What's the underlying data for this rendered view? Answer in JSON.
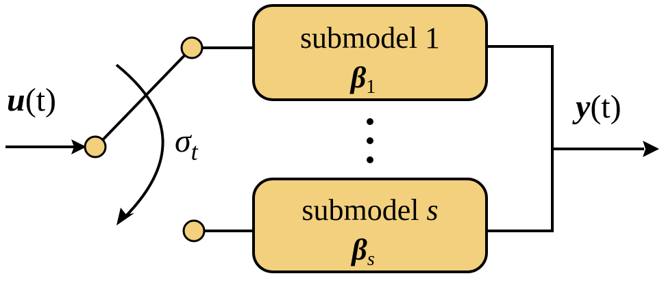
{
  "diagram": {
    "input": {
      "symbol": "u",
      "arg": "(t)"
    },
    "output": {
      "symbol": "y",
      "arg": "(t)"
    },
    "switch": {
      "symbol": "σ",
      "subscript": "t"
    },
    "submodel_top": {
      "word": "submodel",
      "index": "1",
      "param_symbol": "β",
      "param_subscript": "1"
    },
    "submodel_bottom": {
      "word": "submodel",
      "index": "s",
      "param_symbol": "β",
      "param_subscript": "s"
    },
    "colors": {
      "box_fill": "#f2d07d",
      "node_fill": "#f2d07d",
      "stroke": "#000000"
    }
  }
}
